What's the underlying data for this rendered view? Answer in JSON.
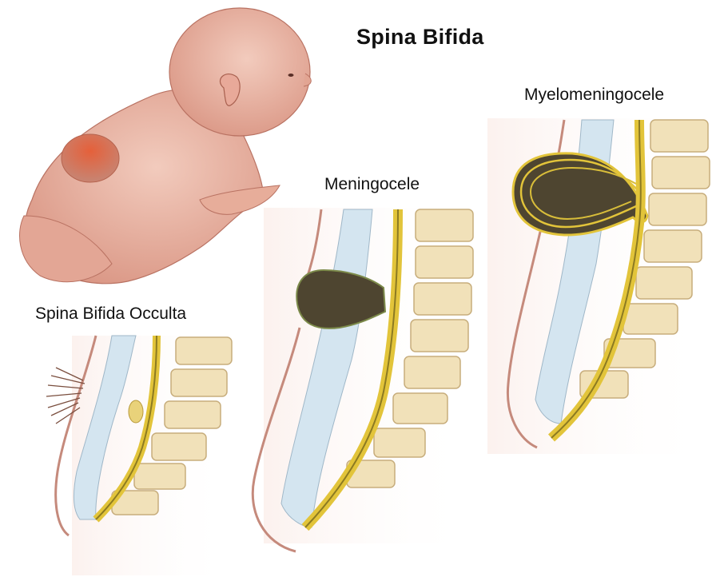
{
  "title": "Spina Bifida",
  "panels": [
    {
      "id": "occulta",
      "label": "Spina Bifida Occulta"
    },
    {
      "id": "meningocele",
      "label": "Meningocele"
    },
    {
      "id": "myelomeningocele",
      "label": "Myelomeningocele"
    }
  ],
  "colors": {
    "skin": "#e9b6a4",
    "skin_shadow": "#cf8b78",
    "sac_bulge": "#d9613f",
    "vertebra": "#f1e1b9",
    "vertebra_outline": "#c7ad7c",
    "cord": "#e2c43a",
    "cord_dark": "#8c7a22",
    "csf_sac": "#4e4530",
    "membrane": "#cfe1ee",
    "tissue": "#f7e9e5",
    "hair": "#7a4e3e"
  }
}
